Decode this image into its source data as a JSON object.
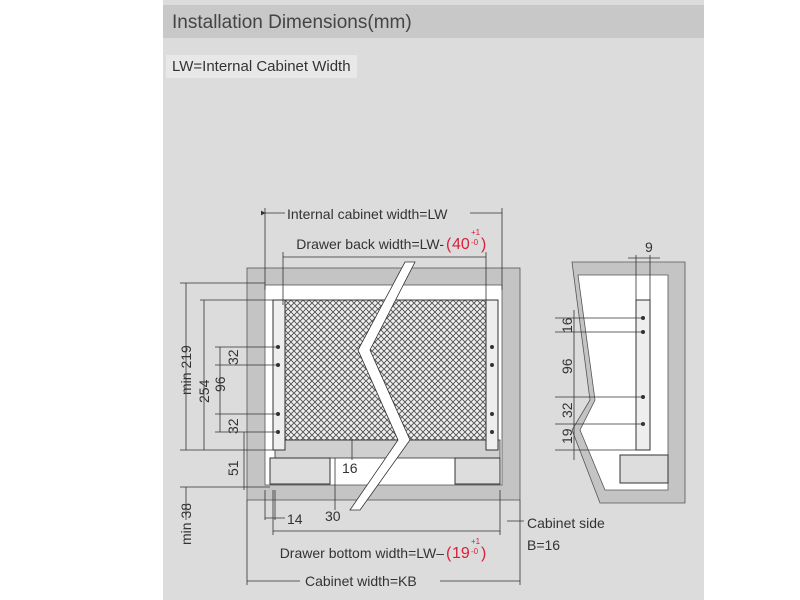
{
  "header": {
    "title": "Installation Dimensions(mm)"
  },
  "legend_label": "LW=Internal Cabinet Width",
  "front_view": {
    "internal_width": "Internal cabinet width=LW",
    "drawer_back": {
      "prefix": "Drawer back width=LW-",
      "open": "(",
      "value": "40",
      "tol_plus": "+1",
      "tol_minus": "-0",
      "close": ")"
    },
    "drawer_bottom": {
      "prefix": "Drawer bottom width=LW–",
      "open": "(",
      "value": "19",
      "tol_plus": "+1",
      "tol_minus": "-0",
      "close": ")"
    },
    "cabinet_width": "Cabinet width=KB",
    "cabinet_side": "Cabinet side",
    "cabinet_side_value": "B=16",
    "dims": {
      "min219": "min 219",
      "d254": "254",
      "d96": "96",
      "d32a": "32",
      "d32b": "32",
      "d51": "51",
      "min38": "min 38",
      "d16": "16",
      "d14": "14",
      "d30": "30"
    }
  },
  "side_view": {
    "dims": {
      "d9": "9",
      "d16": "16",
      "d96": "96",
      "d32": "32",
      "d19": "19"
    }
  },
  "colors": {
    "accent_red": "#d8203a",
    "panel": "#dcdcdc",
    "header": "#c8c8c8"
  }
}
